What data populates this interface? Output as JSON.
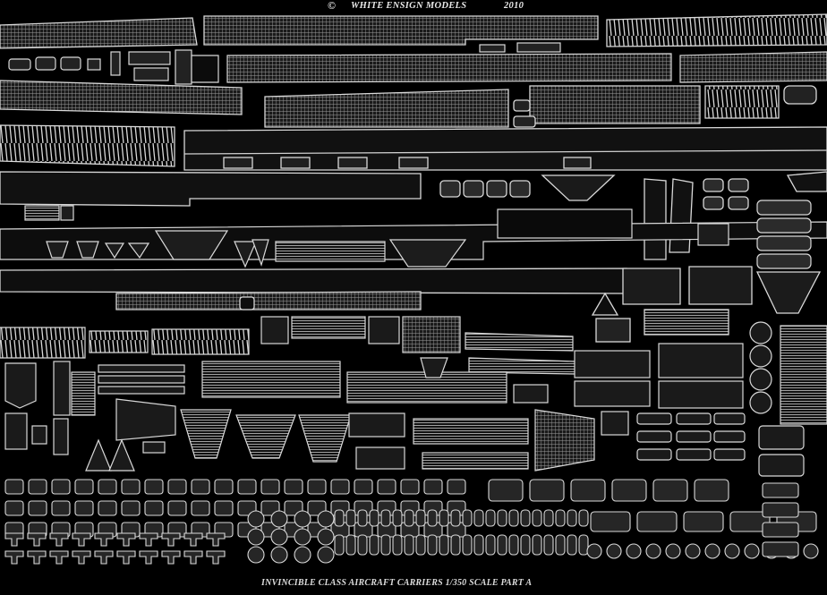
{
  "header": {
    "copyright_symbol": "©",
    "maker": "WHITE ENSIGN MODELS",
    "year": "2010"
  },
  "footer": {
    "caption": "INVINCIBLE CLASS AIRCRAFT CARRIERS 1/350 SCALE   PART A"
  },
  "colors": {
    "background": "#000000",
    "etch_line": "#d9d9d9",
    "etch_fill": "#8a8a8a"
  }
}
